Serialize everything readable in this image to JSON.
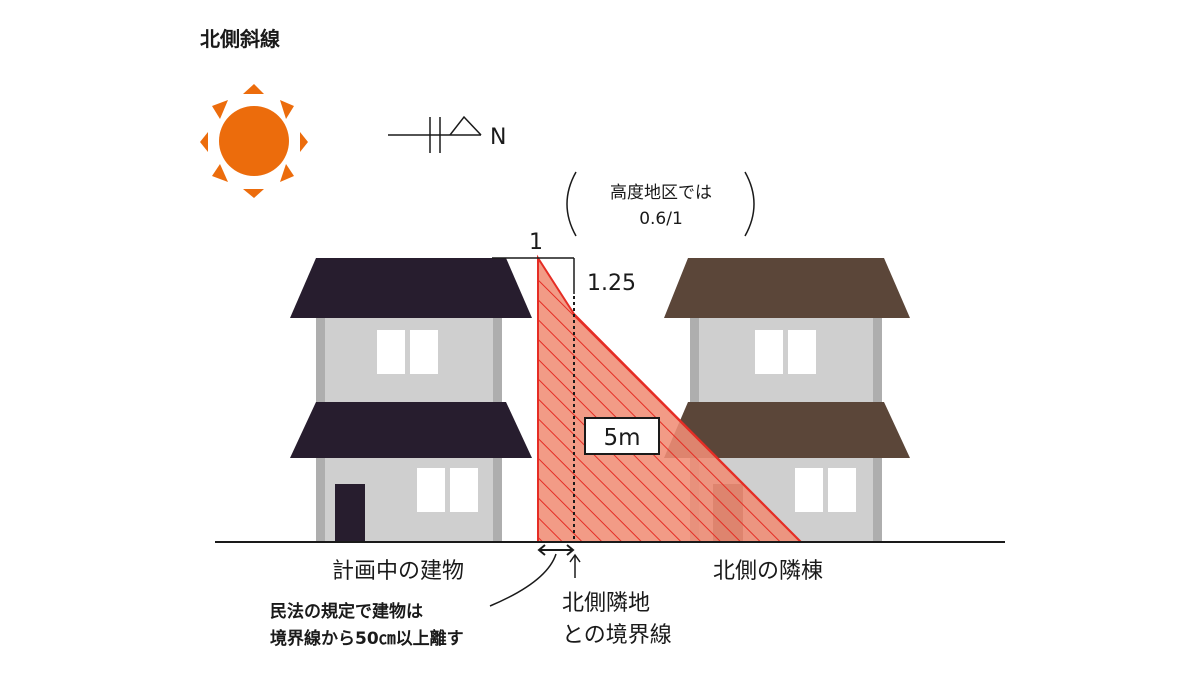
{
  "title": "北側斜線",
  "compass": {
    "label": "N",
    "icon": "north-arrow-icon"
  },
  "sun": {
    "icon": "sun-icon"
  },
  "height_district_note": {
    "line1": "高度地区では",
    "line2": "0.6/1"
  },
  "slope": {
    "horizontal_label": "1",
    "vertical_label": "1.25",
    "base_height_label": "5m"
  },
  "labels": {
    "planned_building": "計画中の建物",
    "north_neighbor": "北側の隣棟",
    "boundary_line1": "北側隣地",
    "boundary_line2": "との境界線",
    "civil_code_line1": "民法の規定で建物は",
    "civil_code_line2": "境界線から50㎝以上離す"
  },
  "colors": {
    "planned_roof": "#271d2e",
    "neighbor_roof": "#5b4639",
    "wall": "#cfcfcf",
    "pillar": "#aeaeae",
    "sun": "#ec6c0c",
    "slope_fill": "#f08d75",
    "slope_line": "#e52d25"
  }
}
